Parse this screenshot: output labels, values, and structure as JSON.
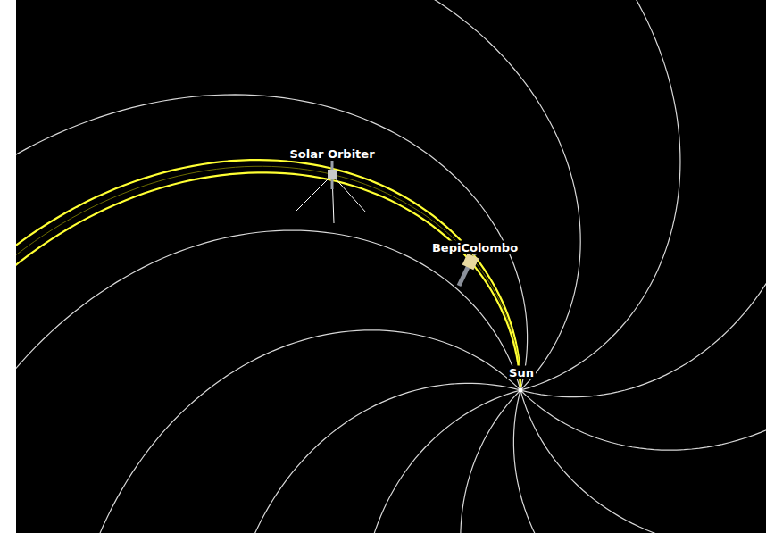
{
  "diagram": {
    "labels": [
      "Solar Orbiter",
      "BepiColombo",
      "Sun"
    ]
  }
}
